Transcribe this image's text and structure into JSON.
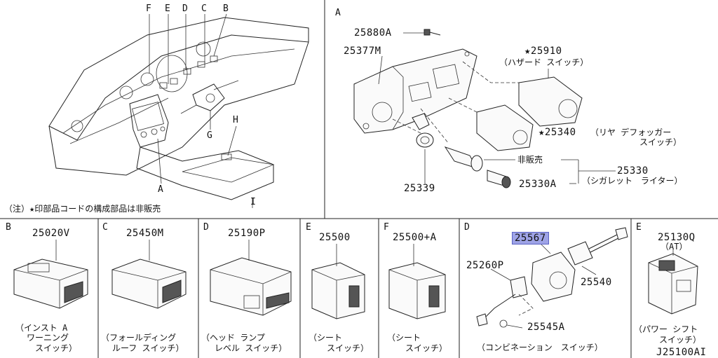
{
  "overview": {
    "callouts": [
      "F",
      "E",
      "D",
      "C",
      "B",
      "G",
      "H",
      "A",
      "I"
    ],
    "note": "（注）★印部品コードの構成部品は非販売"
  },
  "section_a": {
    "letter": "A",
    "parts": {
      "p25880A": "25880A",
      "p25377M": "25377M",
      "p25910": "★25910",
      "p25910_desc": "（ハザード スイッチ）",
      "p25340": "★25340",
      "p25340_desc1": "（リヤ デフォッガー",
      "p25340_desc2": "スイッチ）",
      "not_for_sale": "非販売",
      "p25330": "25330",
      "p25330_desc": "（シガレット　ライター）",
      "p25330A": "25330A",
      "p25339": "25339"
    }
  },
  "panels": [
    {
      "letter": "B",
      "part": "25020V",
      "desc1": "（インスト A",
      "desc2": "ワーニング",
      "desc3": "スイッチ）"
    },
    {
      "letter": "C",
      "part": "25450M",
      "desc1": "（フォールディング",
      "desc2": "ルーフ スイッチ）"
    },
    {
      "letter": "D",
      "part": "25190P",
      "desc1": "（ヘッド ランプ",
      "desc2": "レベル スイッチ）"
    },
    {
      "letter": "E",
      "part": "25500",
      "desc1": "（シート",
      "desc2": "スイッチ）"
    },
    {
      "letter": "F",
      "part": "25500+A",
      "desc1": "（シート",
      "desc2": "スイッチ）"
    }
  ],
  "section_d2": {
    "letter": "D",
    "highlight": "25567",
    "p25260P": "25260P",
    "p25540": "25540",
    "p25545A": "25545A",
    "desc": "（コンビネーション　スイッチ）"
  },
  "section_e2": {
    "letter": "E",
    "part": "25130Q",
    "sub": "（AT）",
    "desc1": "（パワー シフト",
    "desc2": "スイッチ）"
  },
  "drawing_code": "J25100AI"
}
